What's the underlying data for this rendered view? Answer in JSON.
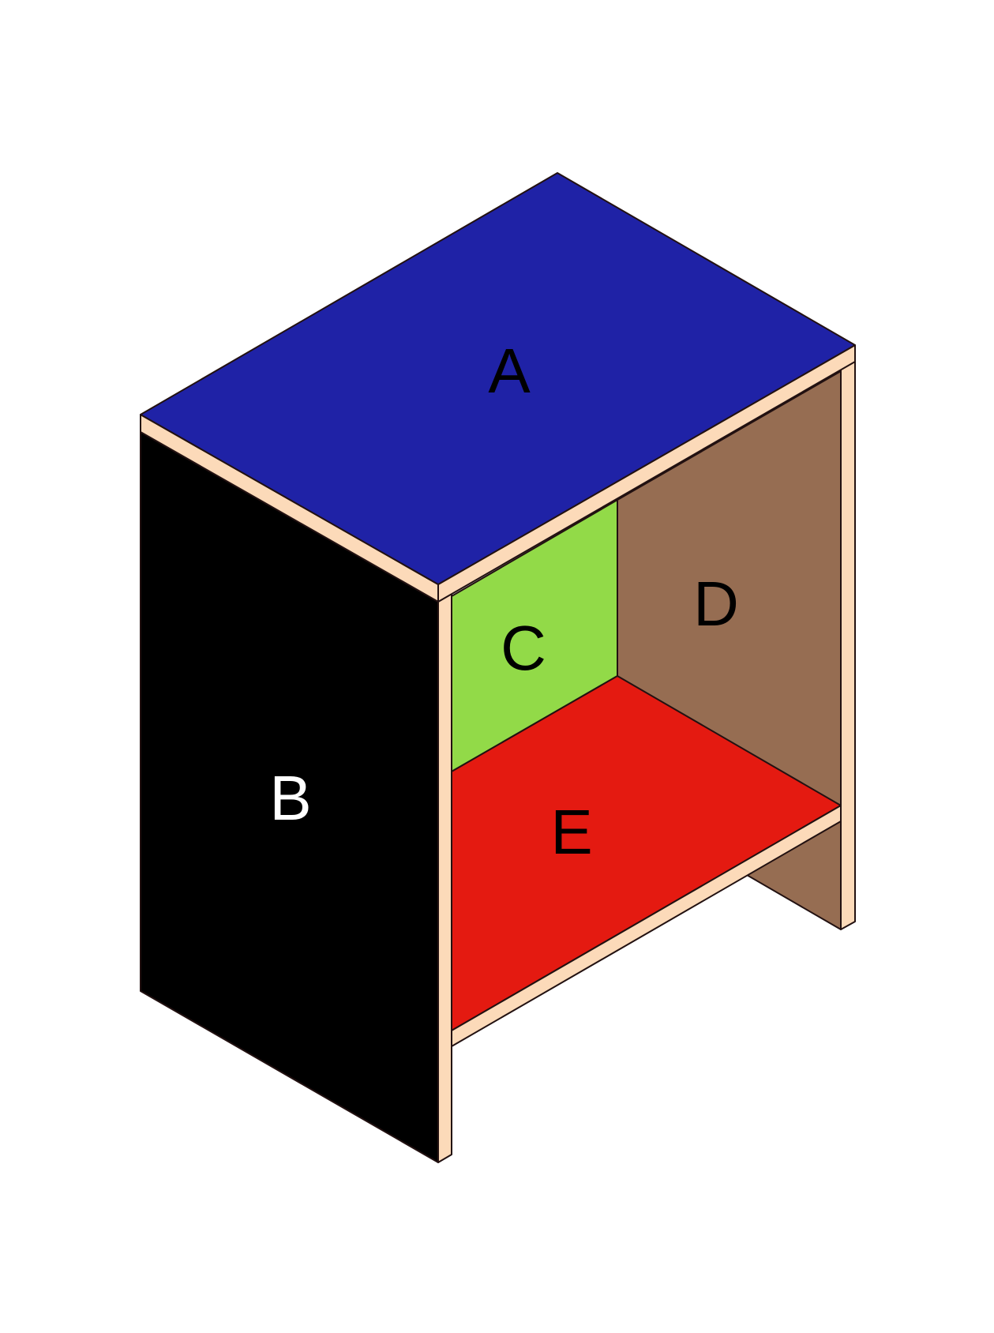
{
  "panels": {
    "top": {
      "label": "A",
      "color": "#1F22A6",
      "label_color": "#000000"
    },
    "side": {
      "label": "B",
      "color": "#000000",
      "label_color": "#FFFFFF"
    },
    "back_left": {
      "label": "C",
      "color": "#92DA48",
      "label_color": "#000000"
    },
    "back_right": {
      "label": "D",
      "color": "#966D52",
      "label_color": "#000000"
    },
    "shelf": {
      "label": "E",
      "color": "#E41A11",
      "label_color": "#000000"
    }
  },
  "edge_color": "#FCDAB9",
  "line_color": "#221111"
}
